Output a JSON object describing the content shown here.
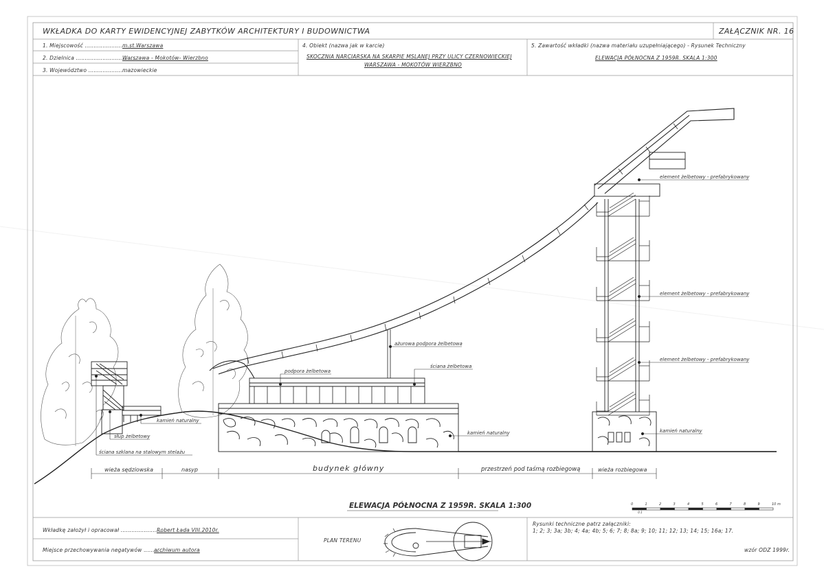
{
  "header": {
    "title": "WKŁADKA DO KARTY EWIDENCYJNEJ ZABYTKÓW ARCHITEKTURY I BUDOWNICTWA",
    "annex": "ZAŁĄCZNIK NR. 16",
    "field1_label": "1. Miejscowość ..........................",
    "field1_value": "m.st.Warszawa",
    "field2_label": "2. Dzielnica ..................................",
    "field2_value": "Warszawa - Mokotów- Wierzbno",
    "field3_label": "3. Województwo ......................",
    "field3_value": "mazowieckie",
    "object_label": "4. Obiekt (nazwa jak w karcie)",
    "object_line1": "SKOCZNIA NARCIARSKA NA SKARPIE MSLANEJ PRZY ULICY CZERNOWIECKIEJ",
    "object_line2": "WARSZAWA - MOKOTÓW WIERZBNO",
    "content_label": "5. Zawartość wkładki (nazwa materiału uzupełniającego) - Rysunek Techniczny",
    "content_value": "ELEWACJA PÓŁNOCNA Z 1959R.      SKALA 1:300"
  },
  "drawing": {
    "labels": {
      "element1": "element żelbetowy - prefabrykowany",
      "element2": "element żelbetowy - prefabrykowany",
      "element3": "element żelbetowy - prefabrykowany",
      "ażurowa": "ażurowa podpora żelbetowa",
      "sciana": "ściana żelbetowa",
      "podpora": "podpora żelbetowa",
      "kamien_tower": "kamień naturalny",
      "kamien_main": "kamień naturalny",
      "kamien_judge": "kamień naturalny",
      "slup": "słup żelbetowy",
      "szklana": "ściana szklana na stalowym stelażu"
    },
    "zones": {
      "wieza_sedziowska": "wieża sędziowska",
      "nasyp": "nasyp",
      "budynek": "budynek główny",
      "przestrzen": "przestrzeń pod taśmą rozbiegową",
      "wieza_rozbiegowa": "wieża rozbiegowa"
    },
    "caption": "ELEWACJA PÓŁNOCNA Z 1959R.    SKALA 1:300",
    "scale_bar": {
      "ticks": [
        "0",
        "0.1",
        "1",
        "2",
        "3",
        "4",
        "5",
        "6",
        "7",
        "8",
        "9",
        "10 m"
      ]
    }
  },
  "footer": {
    "author_label": "Wkładkę założył i opracował ..........................",
    "author_value": "Robert Łada    VIII.2010r.",
    "negatives_label": "Miejsce przechowywania negatywów ...........",
    "negatives_value": "archiwum autora",
    "plan_label": "PLAN TERENU",
    "drawings_label": "Rysunki techniczne patrz załączniki:",
    "drawings_value": "1; 2; 3; 3a; 3b; 4; 4a; 4b; 5; 6; 7; 8; 8a; 9; 10; 11; 12; 13; 14; 15; 16a; 17.",
    "form_ref": "wzór ODZ 1999r."
  }
}
